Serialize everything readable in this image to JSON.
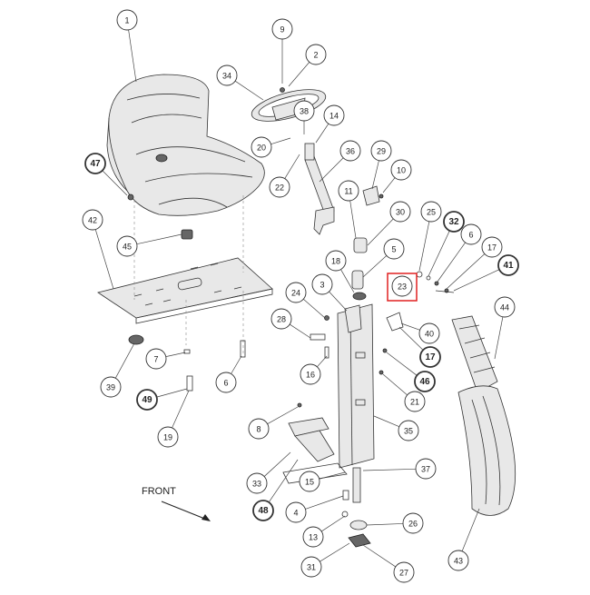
{
  "diagram": {
    "direction_label": "FRONT",
    "highlight_color": "#e02020",
    "callouts": [
      {
        "id": "c1",
        "label": "1",
        "bold": false
      },
      {
        "id": "c9",
        "label": "9",
        "bold": false
      },
      {
        "id": "c2",
        "label": "2",
        "bold": false
      },
      {
        "id": "c34",
        "label": "34",
        "bold": false
      },
      {
        "id": "c38",
        "label": "38",
        "bold": false
      },
      {
        "id": "c14",
        "label": "14",
        "bold": false
      },
      {
        "id": "c20",
        "label": "20",
        "bold": false
      },
      {
        "id": "c36",
        "label": "36",
        "bold": false
      },
      {
        "id": "c29",
        "label": "29",
        "bold": false
      },
      {
        "id": "c10",
        "label": "10",
        "bold": false
      },
      {
        "id": "c22",
        "label": "22",
        "bold": false
      },
      {
        "id": "c47",
        "label": "47",
        "bold": true
      },
      {
        "id": "c11",
        "label": "11",
        "bold": false
      },
      {
        "id": "c30",
        "label": "30",
        "bold": false
      },
      {
        "id": "c25",
        "label": "25",
        "bold": false
      },
      {
        "id": "c32",
        "label": "32",
        "bold": true
      },
      {
        "id": "c6a",
        "label": "6",
        "bold": false
      },
      {
        "id": "c17a",
        "label": "17",
        "bold": false
      },
      {
        "id": "c41",
        "label": "41",
        "bold": true
      },
      {
        "id": "c42",
        "label": "42",
        "bold": false
      },
      {
        "id": "c45",
        "label": "45",
        "bold": false
      },
      {
        "id": "c5",
        "label": "5",
        "bold": false
      },
      {
        "id": "c18",
        "label": "18",
        "bold": false
      },
      {
        "id": "c23",
        "label": "23",
        "bold": false
      },
      {
        "id": "c3",
        "label": "3",
        "bold": false
      },
      {
        "id": "c24",
        "label": "24",
        "bold": false
      },
      {
        "id": "c44",
        "label": "44",
        "bold": false
      },
      {
        "id": "c28",
        "label": "28",
        "bold": false
      },
      {
        "id": "c40",
        "label": "40",
        "bold": false
      },
      {
        "id": "c7",
        "label": "7",
        "bold": false
      },
      {
        "id": "c17b",
        "label": "17",
        "bold": true
      },
      {
        "id": "c39",
        "label": "39",
        "bold": false
      },
      {
        "id": "c6b",
        "label": "6",
        "bold": false
      },
      {
        "id": "c16",
        "label": "16",
        "bold": false
      },
      {
        "id": "c46",
        "label": "46",
        "bold": true
      },
      {
        "id": "c49",
        "label": "49",
        "bold": true
      },
      {
        "id": "c21",
        "label": "21",
        "bold": false
      },
      {
        "id": "c19",
        "label": "19",
        "bold": false
      },
      {
        "id": "c8",
        "label": "8",
        "bold": false
      },
      {
        "id": "c35",
        "label": "35",
        "bold": false
      },
      {
        "id": "c33",
        "label": "33",
        "bold": false
      },
      {
        "id": "c15",
        "label": "15",
        "bold": false
      },
      {
        "id": "c37",
        "label": "37",
        "bold": false
      },
      {
        "id": "c48",
        "label": "48",
        "bold": true
      },
      {
        "id": "c4",
        "label": "4",
        "bold": false
      },
      {
        "id": "c26",
        "label": "26",
        "bold": false
      },
      {
        "id": "c13",
        "label": "13",
        "bold": false
      },
      {
        "id": "c31",
        "label": "31",
        "bold": false
      },
      {
        "id": "c27",
        "label": "27",
        "bold": false
      },
      {
        "id": "c43",
        "label": "43",
        "bold": false
      }
    ],
    "highlighted_callout": "c23"
  }
}
